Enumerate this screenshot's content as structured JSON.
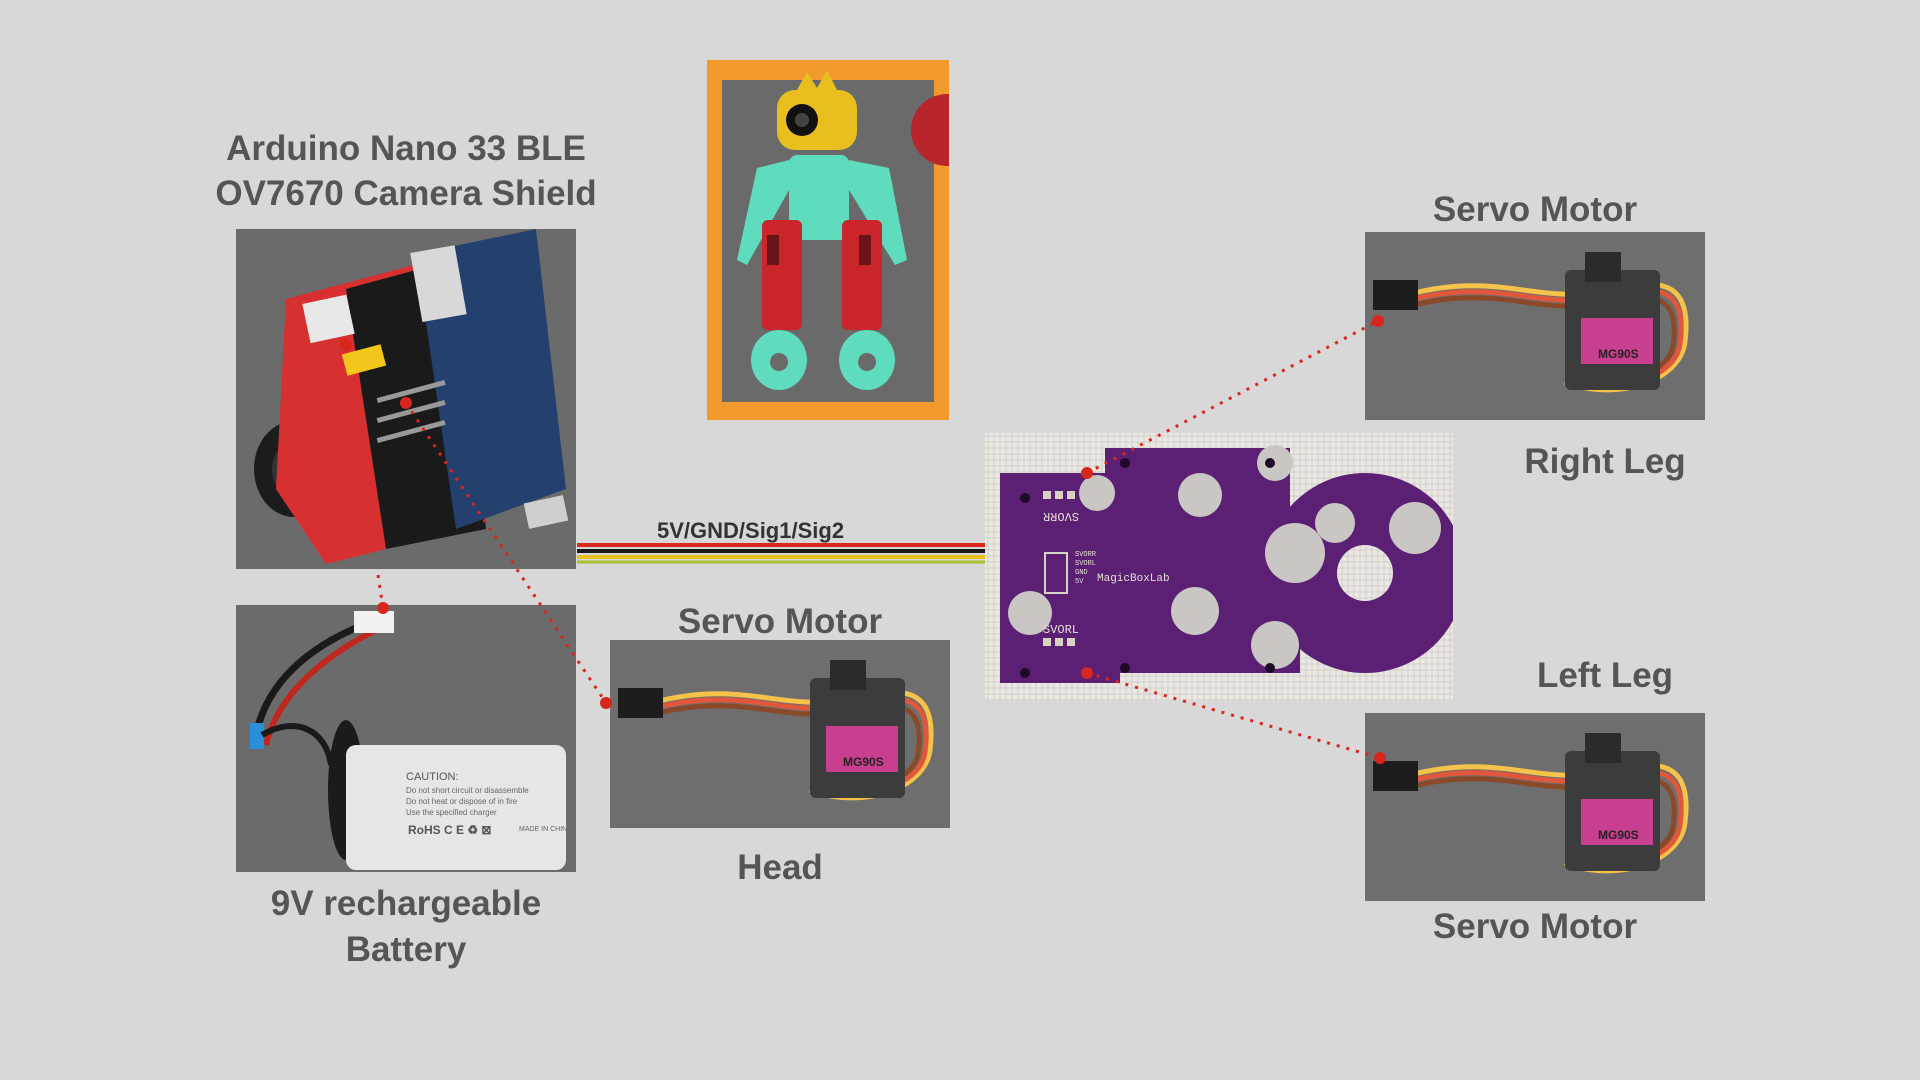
{
  "labels": {
    "arduino_line1": "Arduino Nano 33 BLE",
    "arduino_line2": "OV7670 Camera Shield",
    "battery_line1": "9V rechargeable",
    "battery_line2": "Battery",
    "head_servo_title": "Servo Motor",
    "head_caption": "Head",
    "right_servo_title": "Servo Motor",
    "right_caption": "Right Leg",
    "left_caption": "Left Leg",
    "left_servo_title": "Servo Motor",
    "bus": "5V/GND/Sig1/Sig2"
  },
  "pcb": {
    "connector_right": "SVORR",
    "connector_left": "SVORL",
    "brand": "MagicBoxLab",
    "pin_labels": [
      "SVORR",
      "SVORL",
      "GND",
      "5V"
    ]
  },
  "servo": {
    "model": "MG90S"
  },
  "battery": {
    "caution_title": "CAUTION:",
    "caution_lines": [
      "Do not short circuit or disassemble",
      "Do not heat or dispose of in fire",
      "Use the specified charger"
    ],
    "marks": "RoHS  C E  ♻  ⊠",
    "made_in": "MADE IN CHINA"
  },
  "colors": {
    "background": "#d8d8d8",
    "label_text": "#555555",
    "robot_frame": "#f29a2e",
    "pcb": "#5b2073",
    "connector_dot": "#d7261e",
    "wire_red": "#d9281c",
    "wire_black": "#1a1a1a",
    "wire_yellow": "#e9c11e",
    "wire_green": "#a8c232"
  }
}
